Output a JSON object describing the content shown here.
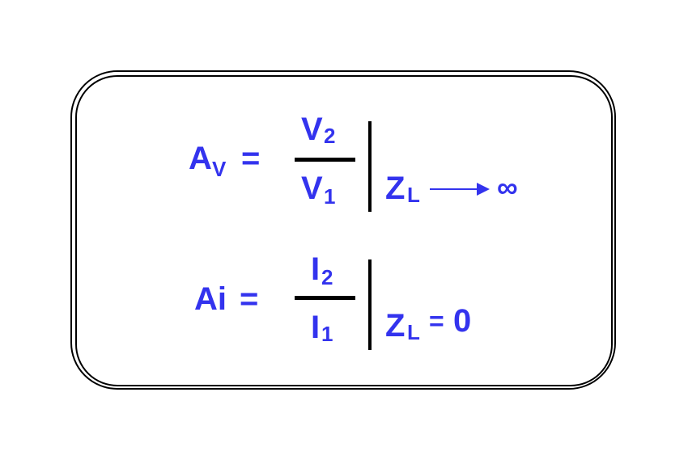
{
  "colors": {
    "text": "#3333ee",
    "lines": "#000000",
    "background": "#ffffff"
  },
  "equation_voltage": {
    "lhs_main": "A",
    "lhs_sub": "V",
    "equals": "=",
    "numerator_main": "V",
    "numerator_sub": "2",
    "denominator_main": "V",
    "denominator_sub": "1",
    "condition_main": "Z",
    "condition_sub": "L",
    "condition_arrow": "⟶",
    "condition_value": "∞"
  },
  "equation_current": {
    "lhs": "Ai",
    "equals": "=",
    "numerator_main": "I",
    "numerator_sub": "2",
    "denominator_main": "I",
    "denominator_sub": "1",
    "condition_main": "Z",
    "condition_sub": "L",
    "condition_equals": "=",
    "condition_value": "0"
  }
}
